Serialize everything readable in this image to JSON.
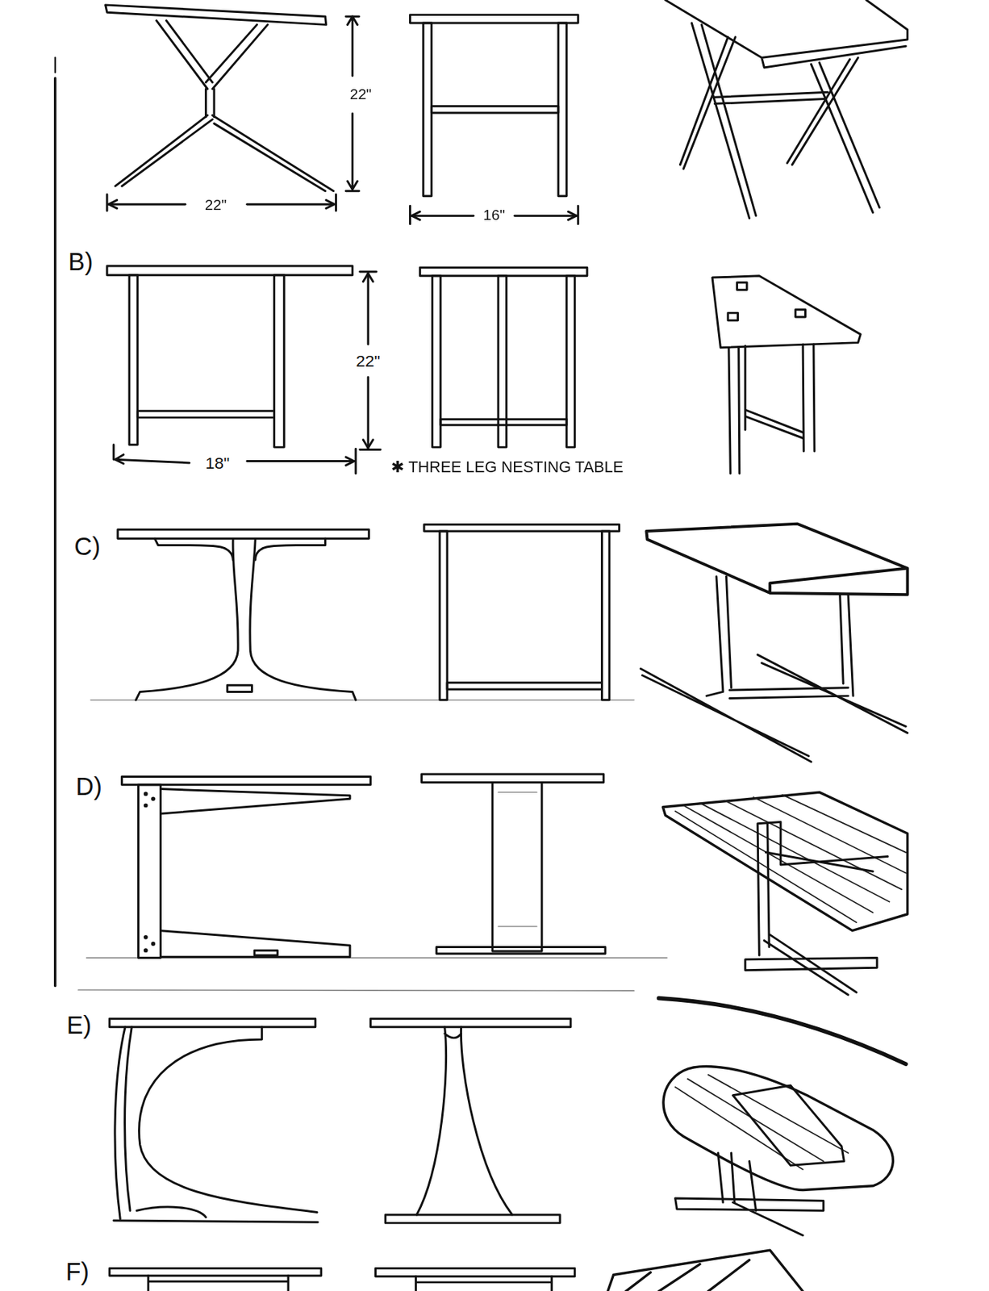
{
  "diagram": {
    "labels": [
      "22\"",
      "22\"",
      "16\"",
      "B)",
      "22\"",
      "18\"",
      "✱ THREE LEG NESTING TABLE",
      "C)",
      "D)",
      "E)",
      "F)"
    ]
  }
}
